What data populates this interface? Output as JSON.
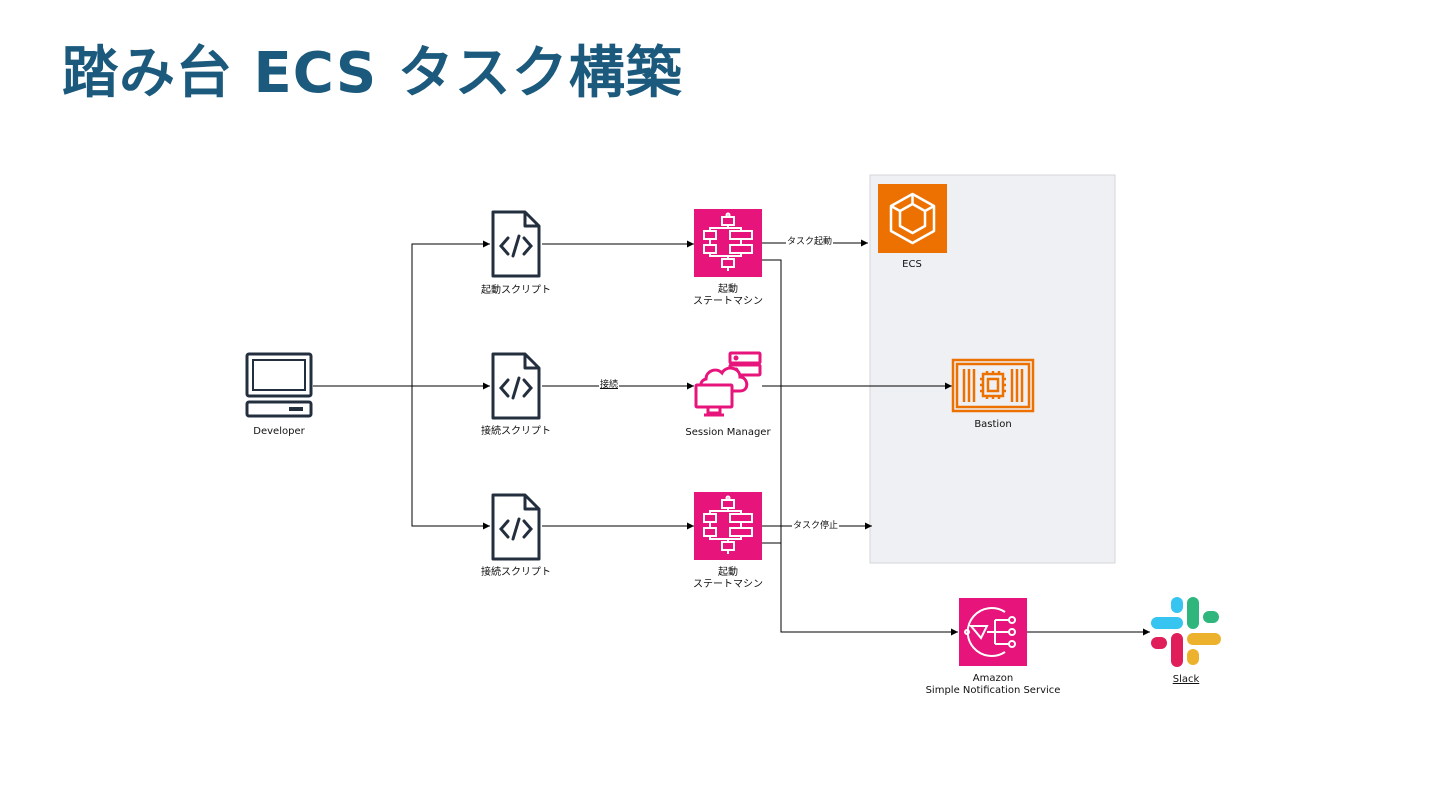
{
  "title": "踏み台 ECS タスク構築",
  "nodes": {
    "developer": {
      "label": "Developer",
      "icon": "desktop-computer-icon"
    },
    "script_start": {
      "label": "起動スクリプト",
      "icon": "code-file-icon"
    },
    "script_connect": {
      "label": "接続スクリプト",
      "icon": "code-file-icon"
    },
    "script_stop": {
      "label": "接続スクリプト",
      "icon": "code-file-icon"
    },
    "sfn_start": {
      "label_line1": "起動",
      "label_line2": "ステートマシン",
      "icon": "step-functions-icon"
    },
    "session_manager": {
      "label": "Session Manager",
      "icon": "session-manager-icon"
    },
    "sfn_stop": {
      "label_line1": "起動",
      "label_line2": "ステートマシン",
      "icon": "step-functions-icon"
    },
    "ecs": {
      "label": "ECS",
      "icon": "ecs-icon"
    },
    "bastion": {
      "label": "Bastion",
      "icon": "ec2-instance-icon"
    },
    "sns": {
      "label_line1": "Amazon",
      "label_line2": "Simple Notification Service",
      "icon": "sns-icon"
    },
    "slack": {
      "label": "Slack",
      "icon": "slack-logo-icon"
    }
  },
  "edges": {
    "start_task": "タスク起動",
    "connect": "接続",
    "stop_task": "タスク停止"
  },
  "colors": {
    "title": "#1b5a7d",
    "aws_pink": "#e7157b",
    "aws_orange": "#ed7100",
    "group_bg": "#eff0f3",
    "icon_dark": "#232f3e"
  }
}
